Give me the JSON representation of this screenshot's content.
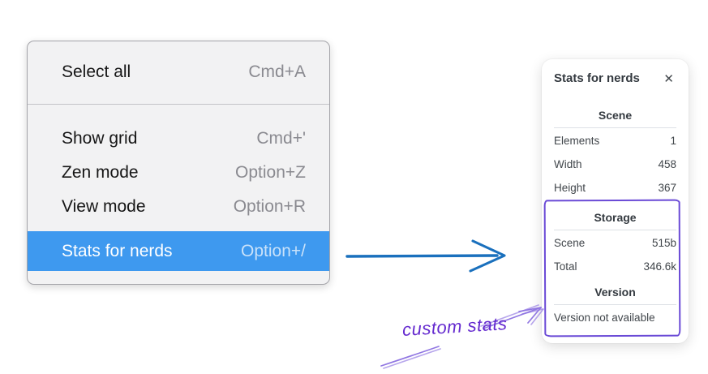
{
  "context_menu": {
    "sections": [
      {
        "items": [
          {
            "label": "Select all",
            "shortcut": "Cmd+A",
            "highlighted": false
          }
        ]
      },
      {
        "items": [
          {
            "label": "Show grid",
            "shortcut": "Cmd+'",
            "highlighted": false
          },
          {
            "label": "Zen mode",
            "shortcut": "Option+Z",
            "highlighted": false
          },
          {
            "label": "View mode",
            "shortcut": "Option+R",
            "highlighted": false
          },
          {
            "label": "Stats for nerds",
            "shortcut": "Option+/",
            "highlighted": true
          }
        ]
      }
    ]
  },
  "stats_panel": {
    "title": "Stats for nerds",
    "close_icon": "✕",
    "sections": [
      {
        "heading": "Scene",
        "rows": [
          {
            "label": "Elements",
            "value": "1"
          },
          {
            "label": "Width",
            "value": "458"
          },
          {
            "label": "Height",
            "value": "367"
          }
        ]
      },
      {
        "heading": "Storage",
        "rows": [
          {
            "label": "Scene",
            "value": "515b"
          },
          {
            "label": "Total",
            "value": "346.6k"
          }
        ]
      },
      {
        "heading": "Version",
        "note": "Version not available"
      }
    ]
  },
  "annotation": {
    "label": "custom stats"
  },
  "colors": {
    "menu_highlight": "#3e99ef",
    "arrow_blue": "#1a70bd",
    "annotation_text_purple": "#6429cf",
    "annotation_box_purple": "#6a4ad6",
    "annotation_arrow_purple": "#9177e2"
  }
}
